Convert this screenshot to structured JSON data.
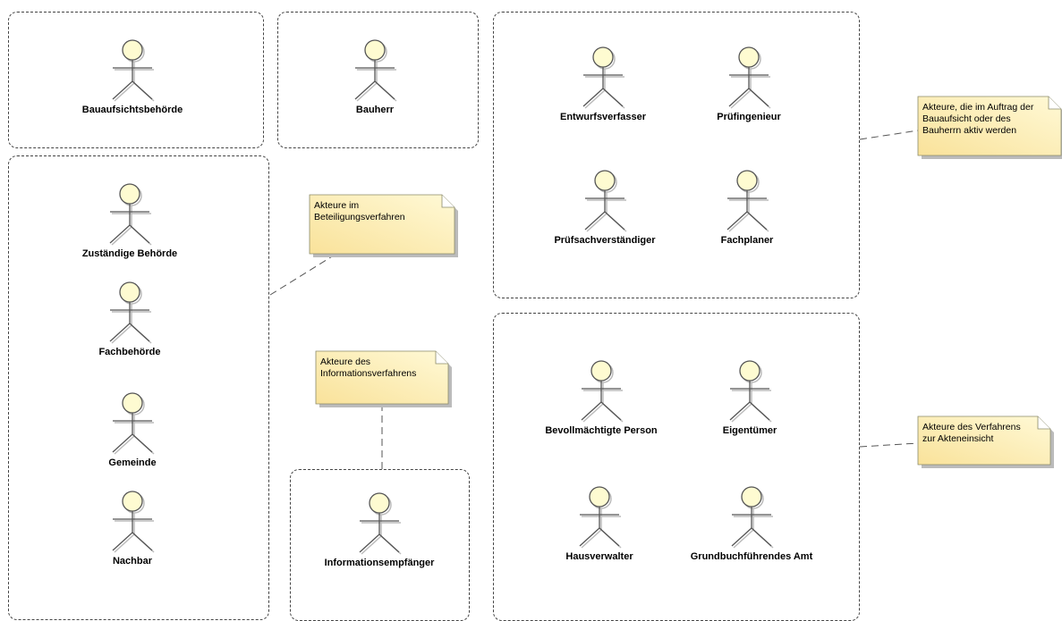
{
  "boundaries": [
    {
      "id": "bauaufsicht"
    },
    {
      "id": "bauherr"
    },
    {
      "id": "auftrag"
    },
    {
      "id": "beteiligung"
    },
    {
      "id": "information"
    },
    {
      "id": "akteneinsicht"
    }
  ],
  "actors": {
    "bauaufsichtsbehoerde": "Bauaufsichtsbehörde",
    "bauherr": "Bauherr",
    "entwurfsverfasser": "Entwurfsverfasser",
    "pruefingenieur": "Prüfingenieur",
    "pruefsachverstaendiger": "Prüfsachverständiger",
    "fachplaner": "Fachplaner",
    "zustaendige_behoerde": "Zuständige Behörde",
    "fachbehoerde": "Fachbehörde",
    "gemeinde": "Gemeinde",
    "nachbar": "Nachbar",
    "informationsempfaenger": "Informationsempfänger",
    "bevollmaechtigte_person": "Bevollmächtigte Person",
    "eigentuemer": "Eigentümer",
    "hausverwalter": "Hausverwalter",
    "grundbuchfuehrendes_amt": "Grundbuchführendes Amt"
  },
  "notes": {
    "beteiligung": "Akteure im\nBeteiligungsverfahren",
    "information": "Akteure des\nInformationsverfahrens",
    "auftrag": "Akteure, die im Auftrag der\nBauaufsicht oder des\nBauherrn aktiv werden",
    "akteneinsicht": "Akteure des Verfahrens\nzur Akteneinsicht"
  },
  "colors": {
    "actor_fill": "#fefbd1",
    "note_fill_light": "#fff9d6",
    "note_fill_dark": "#f9e29a",
    "line": "#555555",
    "shadow": "#bbbbbb"
  }
}
